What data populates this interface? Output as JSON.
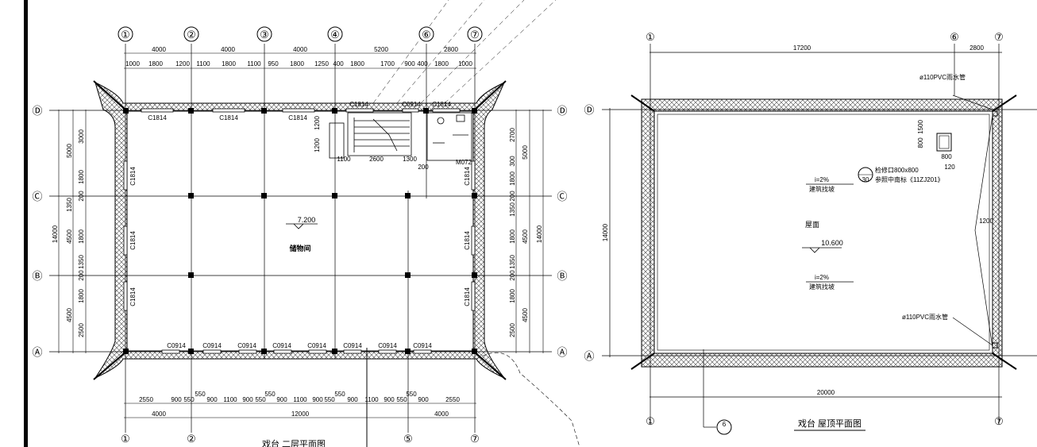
{
  "left_plan": {
    "title": "戏台 二层平面图",
    "axes_top": [
      "①",
      "②",
      "③",
      "④",
      "⑥",
      "⑦"
    ],
    "axes_bottom": [
      "①",
      "②",
      "⑤",
      "⑦"
    ],
    "axes_side": [
      "Ⓓ",
      "Ⓒ",
      "Ⓑ",
      "Ⓐ"
    ],
    "top_dims_major": [
      "4000",
      "4000",
      "4000",
      "5200",
      "2800"
    ],
    "top_dims_minor": [
      "1000",
      "1800",
      "1200",
      "1100",
      "1800",
      "1100",
      "950",
      "1800",
      "1250",
      "400",
      "1800",
      "1700",
      "900",
      "400",
      "1800",
      "1000"
    ],
    "bottom_dims_minor": [
      "2550",
      "900",
      "550",
      "550",
      "900",
      "1100",
      "900",
      "550",
      "550",
      "900",
      "1100",
      "900",
      "550",
      "550",
      "900",
      "1100",
      "900",
      "550",
      "550",
      "900",
      "2550"
    ],
    "bottom_dims_major": [
      "4000",
      "12000",
      "4000"
    ],
    "left_dims": [
      "5000",
      "3000",
      "1800",
      "1350",
      "200",
      "4500",
      "14000",
      "1800",
      "1350",
      "200",
      "1800",
      "4500",
      "2500"
    ],
    "right_dims": [
      "2700",
      "5000",
      "300",
      "1800",
      "200",
      "1350",
      "1800",
      "4500",
      "14000",
      "1350",
      "200",
      "1800",
      "4500",
      "2500"
    ],
    "windows_top": [
      "C1814",
      "C1814",
      "C1814",
      "C1814",
      "C0914",
      "C1814"
    ],
    "windows_bottom": [
      "C0914",
      "C0914",
      "C0914",
      "C0914",
      "C0914",
      "C0914",
      "C0914",
      "C0914"
    ],
    "windows_side": [
      "C1814",
      "C1814",
      "C1814",
      "C1814",
      "C1814",
      "C1814"
    ],
    "stair_dims": [
      "1200",
      "1200",
      "1100",
      "2600",
      "1300",
      "200",
      "M072"
    ],
    "elevation": "7.200",
    "room_name": "储物间"
  },
  "right_plan": {
    "title": "戏台 屋顶平面图",
    "axes_top": [
      "①",
      "⑥",
      "⑦"
    ],
    "axes_bottom": [
      "①",
      "⑦"
    ],
    "axes_side": [
      "Ⓓ",
      "Ⓐ"
    ],
    "dims_top": [
      "17200",
      "2800"
    ],
    "dims_bottom": [
      "20000"
    ],
    "dim_left": "14000",
    "pipe_label": "ø110PVC雨水管",
    "hatch_dims": [
      "1500",
      "800",
      "800",
      "120",
      "1200"
    ],
    "slope_1": "i=2%",
    "slope_1_note": "建筑找坡",
    "slope_2": "i=2%",
    "slope_2_note": "建筑找坡",
    "detail_ref": "检修口800x800",
    "detail_ref2": "参照中南标《11ZJ201》",
    "detail_num": "30",
    "roof_label": "屋面",
    "roof_elev": "10.600",
    "section_ref": "6"
  }
}
